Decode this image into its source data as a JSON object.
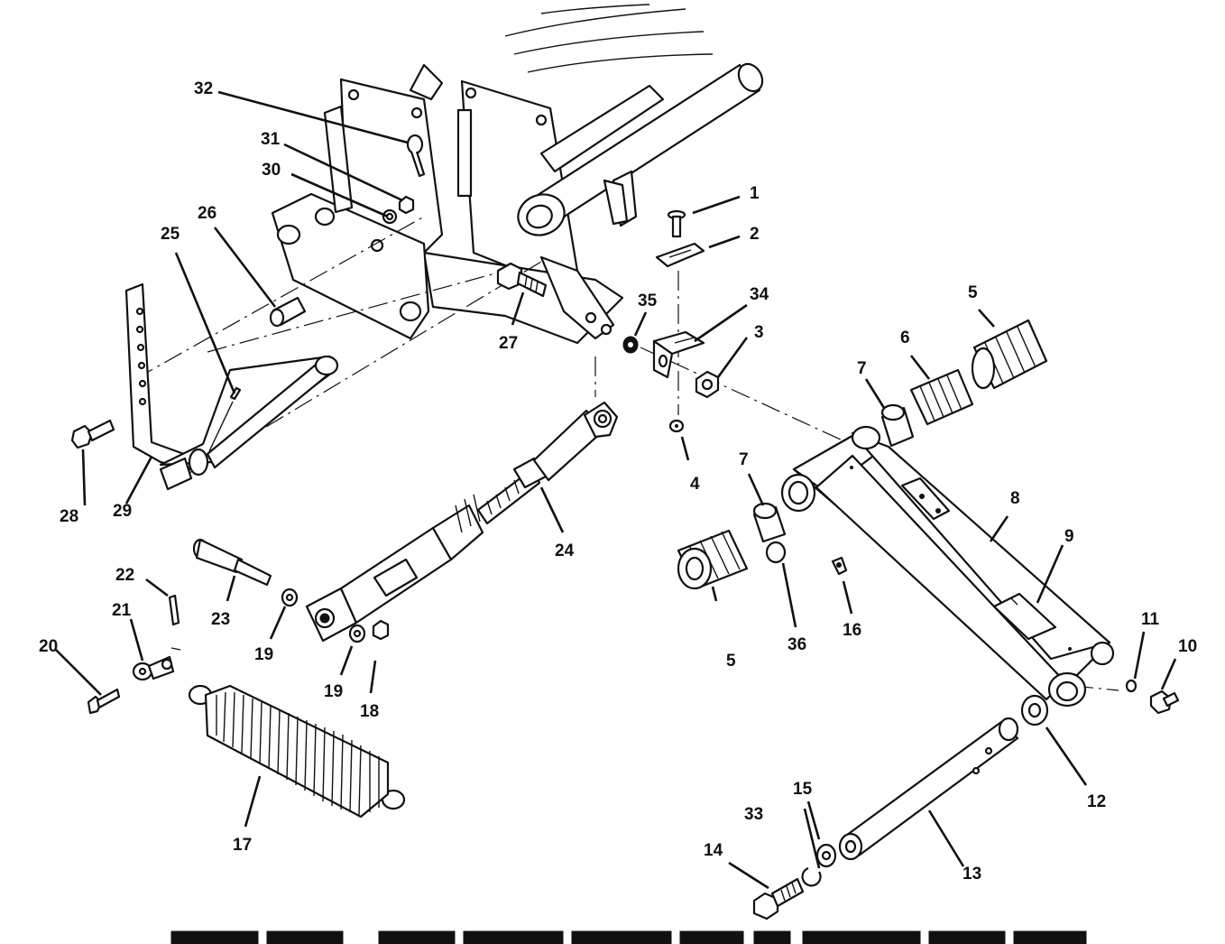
{
  "diagram": {
    "footer_text": "",
    "callouts": [
      {
        "id": "c1",
        "label": "1"
      },
      {
        "id": "c2",
        "label": "2"
      },
      {
        "id": "c3",
        "label": "3"
      },
      {
        "id": "c4",
        "label": "4"
      },
      {
        "id": "c5a",
        "label": "5"
      },
      {
        "id": "c5b",
        "label": "5"
      },
      {
        "id": "c6",
        "label": "6"
      },
      {
        "id": "c7a",
        "label": "7"
      },
      {
        "id": "c7b",
        "label": "7"
      },
      {
        "id": "c8",
        "label": "8"
      },
      {
        "id": "c9",
        "label": "9"
      },
      {
        "id": "c10",
        "label": "10"
      },
      {
        "id": "c11",
        "label": "11"
      },
      {
        "id": "c12",
        "label": "12"
      },
      {
        "id": "c13",
        "label": "13"
      },
      {
        "id": "c14",
        "label": "14"
      },
      {
        "id": "c15",
        "label": "15"
      },
      {
        "id": "c16",
        "label": "16"
      },
      {
        "id": "c17",
        "label": "17"
      },
      {
        "id": "c18",
        "label": "18"
      },
      {
        "id": "c19a",
        "label": "19"
      },
      {
        "id": "c19b",
        "label": "19"
      },
      {
        "id": "c20",
        "label": "20"
      },
      {
        "id": "c21",
        "label": "21"
      },
      {
        "id": "c22",
        "label": "22"
      },
      {
        "id": "c23",
        "label": "23"
      },
      {
        "id": "c24",
        "label": "24"
      },
      {
        "id": "c25",
        "label": "25"
      },
      {
        "id": "c26",
        "label": "26"
      },
      {
        "id": "c27",
        "label": "27"
      },
      {
        "id": "c28",
        "label": "28"
      },
      {
        "id": "c29",
        "label": "29"
      },
      {
        "id": "c30",
        "label": "30"
      },
      {
        "id": "c31",
        "label": "31"
      },
      {
        "id": "c32",
        "label": "32"
      },
      {
        "id": "c33",
        "label": "33"
      },
      {
        "id": "c34",
        "label": "34"
      },
      {
        "id": "c35",
        "label": "35"
      },
      {
        "id": "c36",
        "label": "36"
      }
    ]
  }
}
